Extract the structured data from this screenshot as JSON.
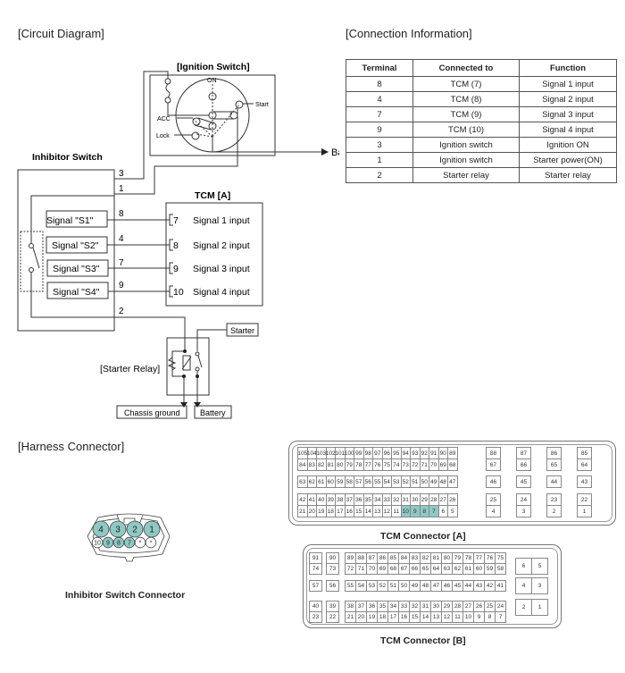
{
  "sections": {
    "circuit_diagram": "[Circuit Diagram]",
    "connection_information": "[Connection Information]",
    "harness_connector": "[Harness Connector]"
  },
  "circuit": {
    "ignition_switch_title": "[Ignition Switch]",
    "ignition_positions": {
      "on": "ON",
      "start": "Start",
      "acc": "ACC",
      "lock": "Lock"
    },
    "battery_label": "Battery",
    "inhibitor_switch_title": "Inhibitor Switch",
    "tcm_title": "TCM [A]",
    "wire_numbers": {
      "w3": "3",
      "w1": "1",
      "w8": "8",
      "w4": "4",
      "w7": "7",
      "w9": "9",
      "w2": "2"
    },
    "signals": [
      {
        "label": "Signal \"S1\"",
        "tcm_pin": "7",
        "tcm_label": "Signal 1 input"
      },
      {
        "label": "Signal \"S2\"",
        "tcm_pin": "8",
        "tcm_label": "Signal 2 input"
      },
      {
        "label": "Signal \"S3\"",
        "tcm_pin": "9",
        "tcm_label": "Signal 3 input"
      },
      {
        "label": "Signal \"S4\"",
        "tcm_pin": "10",
        "tcm_label": "Signal 4 input"
      }
    ],
    "starter_relay_label": "[Starter Relay]",
    "starter_label": "Starter",
    "chassis_ground_label": "Chassis ground",
    "relay_battery_label": "Battery"
  },
  "connection_table": {
    "headers": [
      "Terminal",
      "Connected to",
      "Function"
    ],
    "rows": [
      [
        "8",
        "TCM (7)",
        "Signal 1 input"
      ],
      [
        "4",
        "TCM (8)",
        "Signal 2 input"
      ],
      [
        "7",
        "TCM (9)",
        "Signal 3 input"
      ],
      [
        "9",
        "TCM (10)",
        "Signal 4 input"
      ],
      [
        "3",
        "Ignition switch",
        "Ignition ON"
      ],
      [
        "1",
        "Ignition switch",
        "Starter power(ON)"
      ],
      [
        "2",
        "Starter relay",
        "Starter relay"
      ]
    ]
  },
  "inhibitor_connector": {
    "caption": "Inhibitor Switch Connector",
    "top_pins": [
      "4",
      "3",
      "2",
      "1"
    ],
    "bottom_pins": [
      "10",
      "9",
      "8",
      "7",
      "*",
      "*"
    ],
    "highlighted": [
      "4",
      "3",
      "2",
      "1",
      "9",
      "8",
      "7"
    ],
    "highlight_color": "#8fc8c4"
  },
  "tcm_a": {
    "caption": "TCM Connector [A]",
    "main_rows": [
      [
        "105",
        "104",
        "103",
        "102",
        "101",
        "100",
        "99",
        "98",
        "97",
        "96",
        "95",
        "94",
        "93",
        "92",
        "91",
        "90",
        "89"
      ],
      [
        "84",
        "83",
        "82",
        "81",
        "80",
        "79",
        "78",
        "77",
        "76",
        "75",
        "74",
        "73",
        "72",
        "71",
        "70",
        "69",
        "68"
      ],
      [
        "63",
        "62",
        "61",
        "60",
        "59",
        "58",
        "57",
        "56",
        "55",
        "54",
        "53",
        "52",
        "51",
        "50",
        "49",
        "48",
        "47"
      ],
      [
        "42",
        "41",
        "40",
        "39",
        "38",
        "37",
        "36",
        "35",
        "34",
        "33",
        "32",
        "31",
        "30",
        "29",
        "28",
        "27",
        "26"
      ],
      [
        "21",
        "20",
        "19",
        "18",
        "17",
        "16",
        "15",
        "14",
        "13",
        "12",
        "11",
        "10",
        "9",
        "8",
        "7",
        "6",
        "5"
      ]
    ],
    "side_cols": [
      [
        "88",
        "67",
        "46",
        "25",
        "4"
      ],
      [
        "87",
        "66",
        "45",
        "24",
        "3"
      ],
      [
        "86",
        "65",
        "44",
        "23",
        "2"
      ],
      [
        "85",
        "64",
        "43",
        "22",
        "1"
      ]
    ],
    "highlighted": [
      "10",
      "9",
      "8",
      "7"
    ]
  },
  "tcm_b": {
    "caption": "TCM Connector [B]",
    "left_cols": [
      [
        "91",
        "74",
        "57",
        "40",
        "23"
      ],
      [
        "90",
        "73",
        "56",
        "39",
        "22"
      ]
    ],
    "main_rows": [
      [
        "89",
        "88",
        "87",
        "86",
        "85",
        "84",
        "83",
        "82",
        "81",
        "80",
        "79",
        "78",
        "77",
        "76",
        "75"
      ],
      [
        "72",
        "71",
        "70",
        "69",
        "68",
        "67",
        "66",
        "65",
        "64",
        "63",
        "62",
        "61",
        "60",
        "59",
        "58"
      ],
      [
        "55",
        "54",
        "53",
        "52",
        "51",
        "50",
        "49",
        "48",
        "47",
        "46",
        "45",
        "44",
        "43",
        "42",
        "41"
      ],
      [
        "38",
        "37",
        "36",
        "35",
        "34",
        "33",
        "32",
        "31",
        "30",
        "29",
        "28",
        "27",
        "26",
        "25",
        "24"
      ],
      [
        "21",
        "20",
        "19",
        "18",
        "17",
        "16",
        "15",
        "14",
        "13",
        "12",
        "11",
        "10",
        "9",
        "8",
        "7"
      ]
    ],
    "right_pairs": [
      [
        "6",
        "5"
      ],
      [
        "4",
        "3"
      ],
      [
        "2",
        "1"
      ]
    ]
  }
}
